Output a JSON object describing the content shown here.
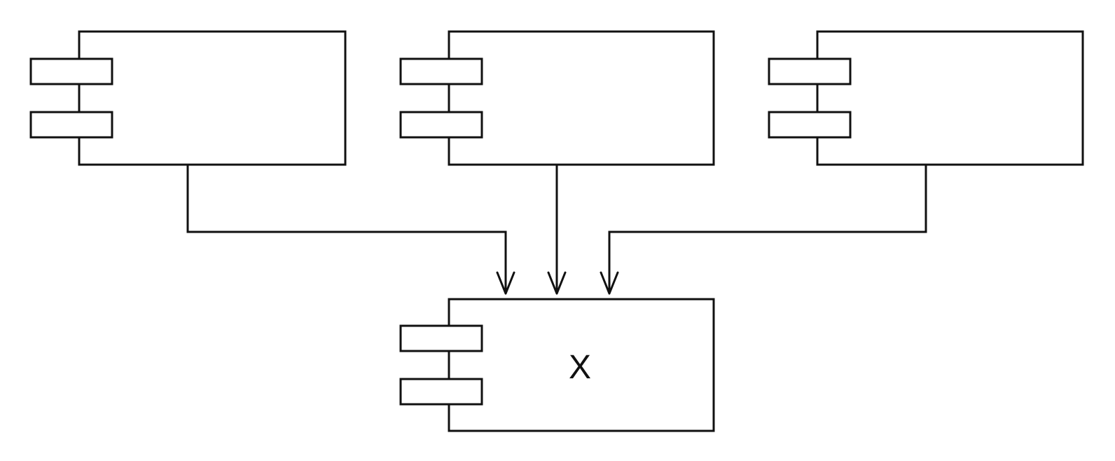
{
  "diagram": {
    "type": "uml-component-diagram",
    "line_color": "#111111",
    "background": "#ffffff",
    "components": [
      {
        "id": "component-1",
        "label": ""
      },
      {
        "id": "component-2",
        "label": ""
      },
      {
        "id": "component-3",
        "label": ""
      },
      {
        "id": "component-x",
        "label": "X"
      }
    ],
    "dependencies": [
      {
        "from": "component-1",
        "to": "component-x"
      },
      {
        "from": "component-2",
        "to": "component-x"
      },
      {
        "from": "component-3",
        "to": "component-x"
      }
    ]
  }
}
